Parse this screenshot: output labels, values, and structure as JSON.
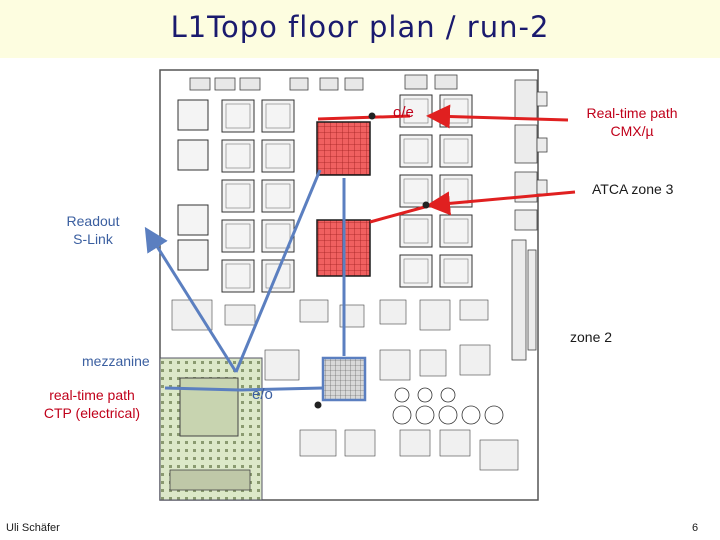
{
  "title": "L1Topo floor plan / run-2",
  "labels": {
    "oe": "o/e",
    "realtime_cmx_line1": "Real-time path",
    "realtime_cmx_line2": "CMX/µ",
    "atca_zone3": "ATCA zone 3",
    "readout_line1": "Readout",
    "readout_line2": "S-Link",
    "zone2": "zone 2",
    "mezzanine": "mezzanine",
    "realtime_ctp_line1": "real-time path",
    "realtime_ctp_line2": "CTP (electrical)",
    "eo": "e/o"
  },
  "footer": {
    "author": "Uli Schäfer",
    "page": "6"
  },
  "colors": {
    "title": "#1a1a6e",
    "title_bg": "#fdfde0",
    "red_label": "#c0001a",
    "blue_label": "#3b5fa0",
    "arrow_red": "#e02020",
    "arrow_blue": "#5b7fc0"
  }
}
